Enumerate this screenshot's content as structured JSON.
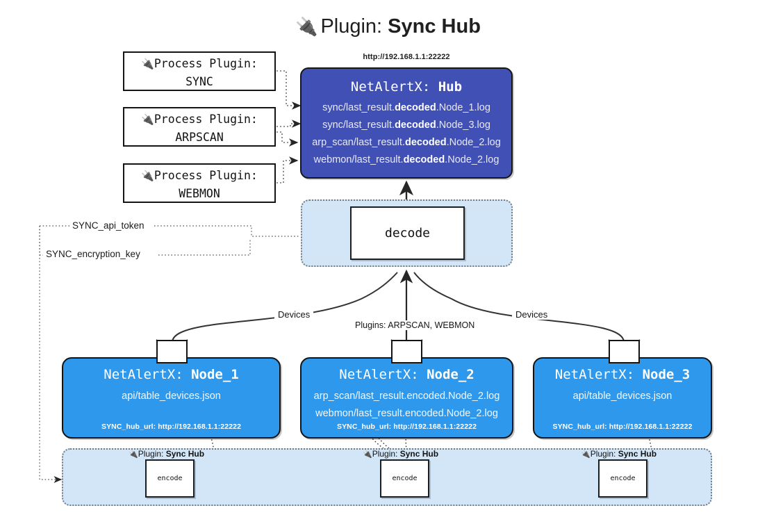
{
  "title": {
    "icon": "plug-icon",
    "prefix": "Plugin:",
    "name": "Sync Hub"
  },
  "process_plugins": [
    {
      "icon": "plug-icon",
      "line1": "Process Plugin:",
      "line2": "SYNC"
    },
    {
      "icon": "plug-icon",
      "line1": "Process Plugin:",
      "line2": "ARPSCAN"
    },
    {
      "icon": "plug-icon",
      "line1": "Process Plugin:",
      "line2": "WEBMON"
    }
  ],
  "hub": {
    "url": "http://192.168.1.1:22222",
    "title_prefix": "NetAlertX:",
    "title_name": "Hub",
    "color": "#4050b5",
    "lines": [
      {
        "pre": "sync/last_result.",
        "bold": "decoded",
        "post": ".Node_1.log"
      },
      {
        "pre": "sync/last_result.",
        "bold": "decoded",
        "post": ".Node_3.log"
      },
      {
        "pre": "arp_scan/last_result.",
        "bold": "decoded",
        "post": ".Node_2.log"
      },
      {
        "pre": "webmon/last_result.",
        "bold": "decoded",
        "post": ".Node_2.log"
      }
    ]
  },
  "decode": {
    "label": "decode",
    "container_color": "#d3e6f8"
  },
  "env_vars": {
    "api_token": "SYNC_api_token",
    "encryption_key": "SYNC_encryption_key"
  },
  "edge_labels": {
    "devices_left": "Devices",
    "devices_right": "Devices",
    "plugins_center": "Plugins: ARPSCAN, WEBMON"
  },
  "nodes": [
    {
      "title_prefix": "NetAlertX:",
      "title_name": "Node_1",
      "rows": [
        "api/table_devices.json"
      ],
      "footer": "SYNC_hub_url: http://192.168.1.1:22222",
      "color": "#2e99ec",
      "envelope_icon": "envelope-icon"
    },
    {
      "title_prefix": "NetAlertX:",
      "title_name": "Node_2",
      "rows": [
        "arp_scan/last_result.encoded.Node_2.log",
        "webmon/last_result.encoded.Node_2.log"
      ],
      "footer": "SYNC_hub_url: http://192.168.1.1:22222",
      "color": "#2e99ec",
      "envelope_icon": "envelope-icon"
    },
    {
      "title_prefix": "NetAlertX:",
      "title_name": "Node_3",
      "rows": [
        "api/table_devices.json"
      ],
      "footer": "SYNC_hub_url: http://192.168.1.1:22222",
      "color": "#2e99ec",
      "envelope_icon": "envelope-icon"
    }
  ],
  "plugin_strip": {
    "container_color": "#d3e6f8",
    "items": [
      {
        "icon": "plug-icon",
        "prefix": "Plugin:",
        "name": "Sync Hub",
        "box_label": "encode"
      },
      {
        "icon": "plug-icon",
        "prefix": "Plugin:",
        "name": "Sync Hub",
        "box_label": "encode"
      },
      {
        "icon": "plug-icon",
        "prefix": "Plugin:",
        "name": "Sync Hub",
        "box_label": "encode"
      }
    ]
  }
}
